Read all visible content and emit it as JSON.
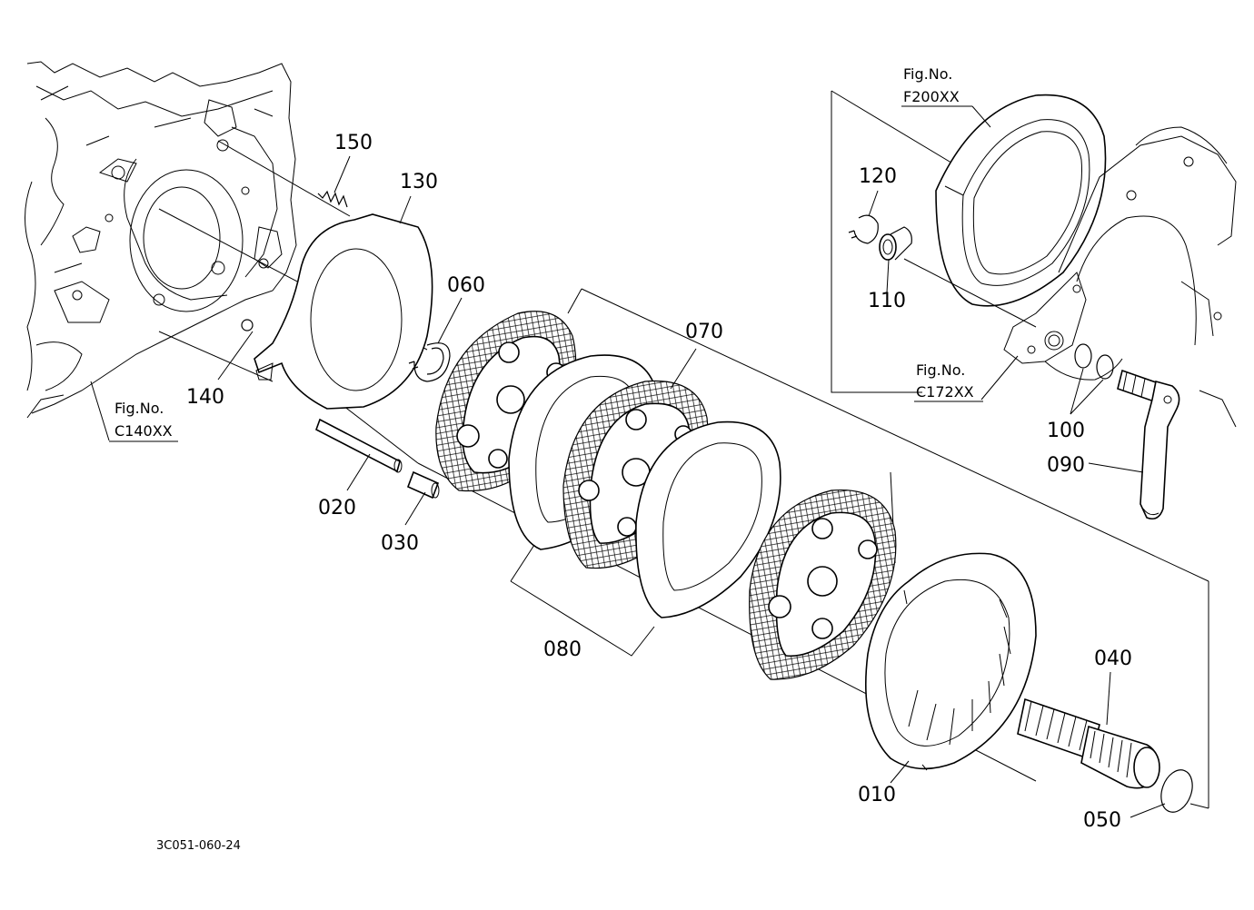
{
  "drawing_code": "3C051-060-24",
  "figure_refs": {
    "c140": {
      "prefix": "Fig.No.",
      "code": "C140XX"
    },
    "f200": {
      "prefix": "Fig.No.",
      "code": "F200XX"
    },
    "c172": {
      "prefix": "Fig.No.",
      "code": "C172XX"
    }
  },
  "parts": {
    "p010": "010",
    "p020": "020",
    "p030": "030",
    "p040": "040",
    "p050": "050",
    "p060": "060",
    "p070": "070",
    "p080": "080",
    "p090": "090",
    "p100": "100",
    "p110": "110",
    "p120": "120",
    "p130": "130",
    "p140": "140",
    "p150": "150"
  }
}
